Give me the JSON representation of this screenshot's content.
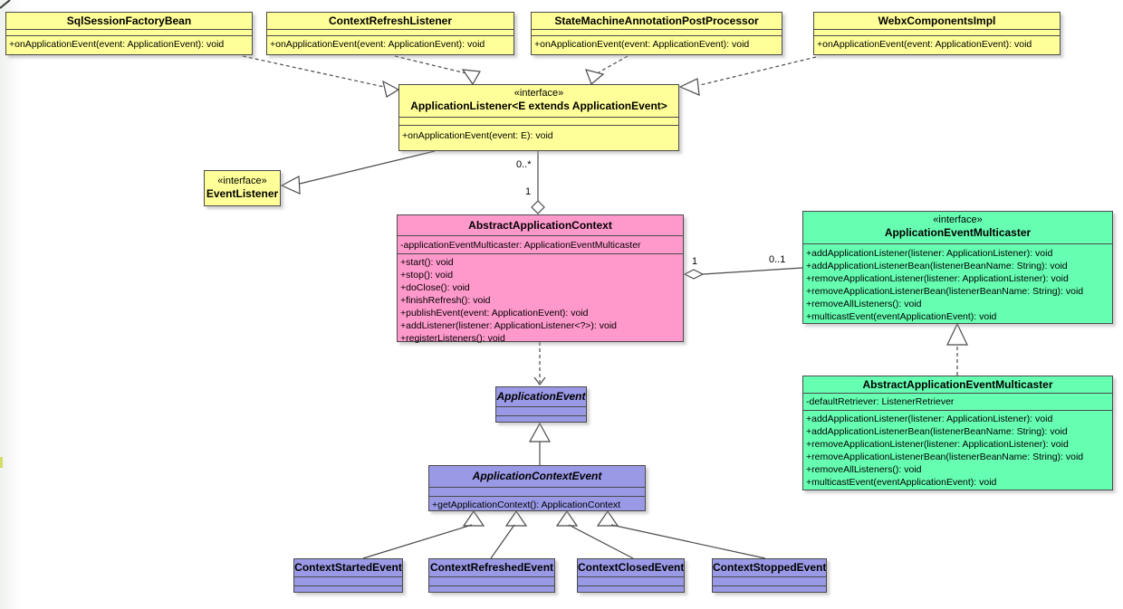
{
  "diagram_title": "Spring ApplicationListener / ApplicationEventMulticaster UML class diagram",
  "colors": {
    "listener_classes": "#FFFF99",
    "context_class": "#FF99CC",
    "multicaster_classes": "#66FFB2",
    "event_classes": "#9999E6",
    "border": "#4a4a4a"
  },
  "classes": {
    "sql_session_factory_bean": {
      "name": "SqlSessionFactoryBean",
      "methods": [
        "+onApplicationEvent(event: ApplicationEvent): void"
      ]
    },
    "context_refresh_listener": {
      "name": "ContextRefreshListener",
      "methods": [
        "+onApplicationEvent(event: ApplicationEvent): void"
      ]
    },
    "state_machine_annotation_post_processor": {
      "name": "StateMachineAnnotationPostProcessor",
      "methods": [
        "+onApplicationEvent(event: ApplicationEvent): void"
      ]
    },
    "webx_components_impl": {
      "name": "WebxComponentsImpl",
      "methods": [
        "+onApplicationEvent(event: ApplicationEvent): void"
      ]
    },
    "application_listener": {
      "stereotype": "«interface»",
      "name": "ApplicationListener<E extends ApplicationEvent>",
      "methods": [
        "+onApplicationEvent(event: E): void"
      ]
    },
    "event_listener": {
      "stereotype": "«interface»",
      "name": "EventListener"
    },
    "abstract_application_context": {
      "name": "AbstractApplicationContext",
      "attributes": [
        "-applicationEventMulticaster: ApplicationEventMulticaster"
      ],
      "methods": [
        "+start(): void",
        "+stop(): void",
        "+doClose(): void",
        "+finishRefresh(): void",
        "+publishEvent(event: ApplicationEvent): void",
        "+addListener(listener: ApplicationListener<?>): void",
        "+registerListeners(): void"
      ]
    },
    "application_event_multicaster": {
      "stereotype": "«interface»",
      "name": "ApplicationEventMulticaster",
      "methods": [
        "+addApplicationListener(listener: ApplicationListener): void",
        "+addApplicationListenerBean(listenerBeanName: String): void",
        "+removeApplicationListener(listener: ApplicationListener): void",
        "+removeApplicationListenerBean(listenerBeanName: String): void",
        "+removeAllListeners(): void",
        "+multicastEvent(eventApplicationEvent): void"
      ]
    },
    "abstract_application_event_multicaster": {
      "name": "AbstractApplicationEventMulticaster",
      "attributes": [
        "-defaultRetriever: ListenerRetriever"
      ],
      "methods": [
        "+addApplicationListener(listener: ApplicationListener): void",
        "+addApplicationListenerBean(listenerBeanName: String): void",
        "+removeApplicationListener(listener: ApplicationListener): void",
        "+removeApplicationListenerBean(listenerBeanName: String): void",
        "+removeAllListeners(): void",
        "+multicastEvent(eventApplicationEvent): void"
      ]
    },
    "application_event": {
      "name": "ApplicationEvent"
    },
    "application_context_event": {
      "name": "ApplicationContextEvent",
      "methods": [
        "+getApplicationContext(): ApplicationContext"
      ]
    },
    "context_started_event": {
      "name": "ContextStartedEvent"
    },
    "context_refreshed_event": {
      "name": "ContextRefreshedEvent"
    },
    "context_closed_event": {
      "name": "ContextClosedEvent"
    },
    "context_stopped_event": {
      "name": "ContextStoppedEvent"
    }
  },
  "edge_labels": {
    "listener_multiplicity": "0..*",
    "context_aggregation_multiplicity": "1",
    "context_multicaster_left": "1",
    "context_multicaster_right": "0..1"
  }
}
